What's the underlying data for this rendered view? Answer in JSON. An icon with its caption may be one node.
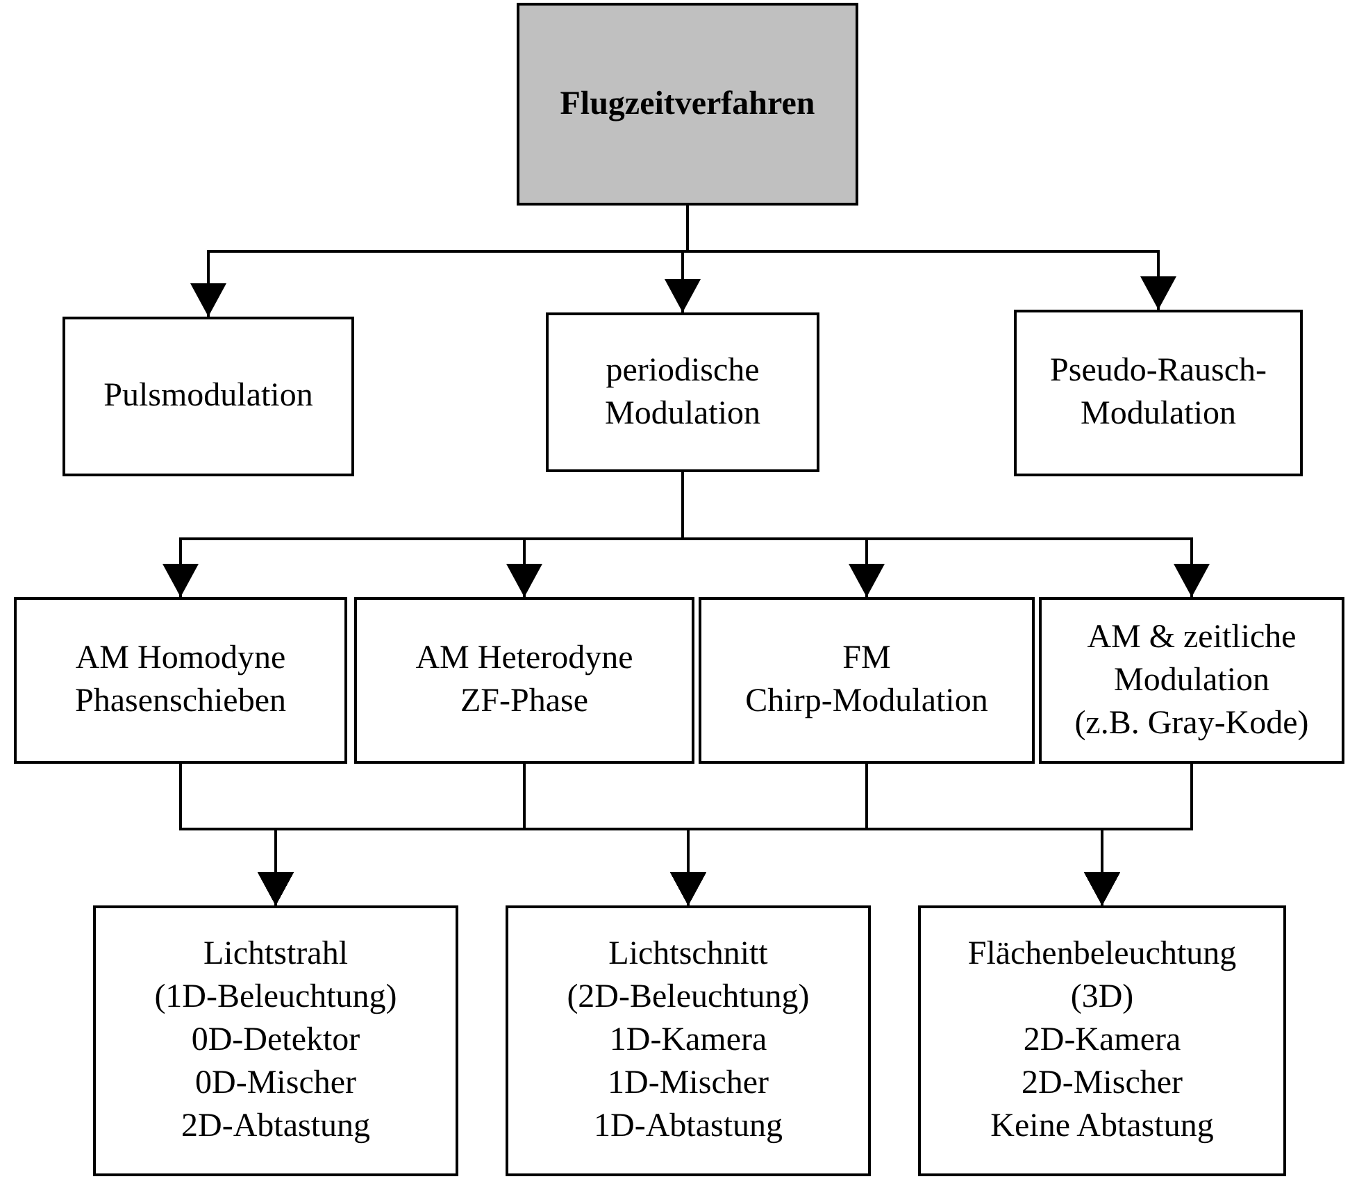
{
  "diagram": {
    "nodes": [
      {
        "text": [
          "Flugzeitverfahren"
        ]
      },
      {
        "text": [
          "Pulsmodulation"
        ]
      },
      {
        "text": [
          "periodische Modulation"
        ]
      },
      {
        "text": [
          "Pseudo-Rausch-Modulation"
        ]
      },
      {
        "text": [
          "AM Homodyne",
          "Phasenschieben"
        ]
      },
      {
        "text": [
          "AM Heterodyne",
          "ZF-Phase"
        ]
      },
      {
        "text": [
          "FM",
          "Chirp-Modulation"
        ]
      },
      {
        "text": [
          "AM & zeitliche Modulation",
          "(z.B. Gray-Kode)"
        ]
      },
      {
        "text": [
          "Lichtstrahl",
          "(1D-Beleuchtung)",
          "0D-Detektor",
          "0D-Mischer",
          "2D-Abtastung"
        ]
      },
      {
        "text": [
          "Lichtschnitt",
          "(2D-Beleuchtung)",
          "1D-Kamera",
          "1D-Mischer",
          "1D-Abtastung"
        ]
      },
      {
        "text": [
          "Flächenbeleuchtung",
          "(3D)",
          "2D-Kamera",
          "2D-Mischer",
          "Keine Abtastung"
        ]
      }
    ],
    "edges": [
      {
        "from": 0,
        "to": 1,
        "arrow": "to"
      },
      {
        "from": 0,
        "to": 2,
        "arrow": "to"
      },
      {
        "from": 0,
        "to": 3,
        "arrow": "to"
      },
      {
        "from": 2,
        "to": 4,
        "arrow": "to"
      },
      {
        "from": 2,
        "to": 5,
        "arrow": "to"
      },
      {
        "from": 2,
        "to": 6,
        "arrow": "to"
      },
      {
        "from": 2,
        "to": 7,
        "arrow": "to"
      },
      {
        "from": 4,
        "to": 8,
        "arrow": "to"
      },
      {
        "from": 4,
        "to": 9,
        "arrow": "to"
      },
      {
        "from": 4,
        "to": 10,
        "arrow": "to"
      },
      {
        "from": 5,
        "to": 8,
        "arrow": "to"
      },
      {
        "from": 5,
        "to": 9,
        "arrow": "to"
      },
      {
        "from": 5,
        "to": 10,
        "arrow": "to"
      },
      {
        "from": 6,
        "to": 8,
        "arrow": "to"
      },
      {
        "from": 6,
        "to": 9,
        "arrow": "to"
      },
      {
        "from": 6,
        "to": 10,
        "arrow": "to"
      },
      {
        "from": 7,
        "to": 8,
        "arrow": "to"
      },
      {
        "from": 7,
        "to": 9,
        "arrow": "to"
      },
      {
        "from": 7,
        "to": 10,
        "arrow": "to"
      }
    ]
  }
}
